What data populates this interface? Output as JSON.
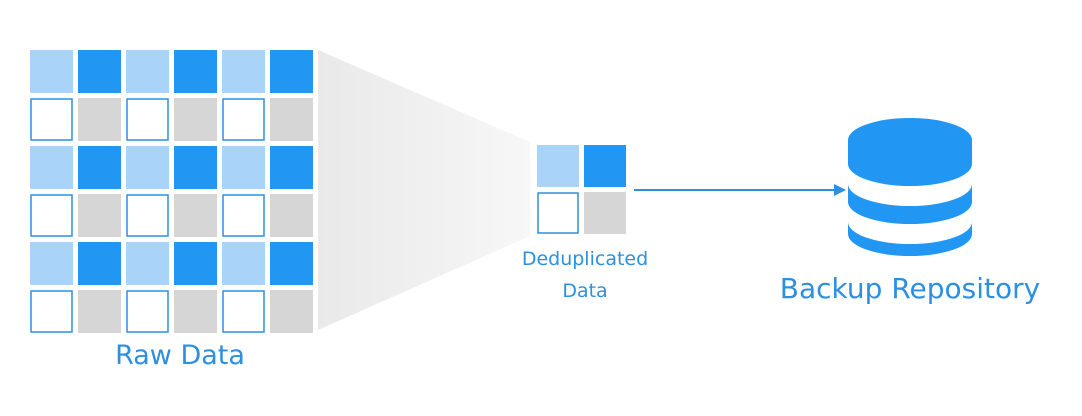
{
  "colors": {
    "light_blue": "#a9d3f8",
    "dark_blue": "#2196f3",
    "grey": "#d6d6d6",
    "white": "#ffffff",
    "outline_blue": "#2e8fe0",
    "funnel": "#ececec",
    "text_blue": "#2e8fe0"
  },
  "raw_data": {
    "label": "Raw Data",
    "rows": [
      [
        "light_blue",
        "dark_blue",
        "light_blue",
        "dark_blue",
        "light_blue",
        "dark_blue"
      ],
      [
        "white",
        "grey",
        "white",
        "grey",
        "white",
        "grey"
      ],
      [
        "light_blue",
        "dark_blue",
        "light_blue",
        "dark_blue",
        "light_blue",
        "dark_blue"
      ],
      [
        "white",
        "grey",
        "white",
        "grey",
        "white",
        "grey"
      ],
      [
        "light_blue",
        "dark_blue",
        "light_blue",
        "dark_blue",
        "light_blue",
        "dark_blue"
      ],
      [
        "white",
        "grey",
        "white",
        "grey",
        "white",
        "grey"
      ]
    ]
  },
  "deduplicated": {
    "label_line1": "Deduplicated",
    "label_line2": "Data",
    "rows": [
      [
        "light_blue",
        "dark_blue"
      ],
      [
        "white",
        "grey"
      ]
    ]
  },
  "repository": {
    "label": "Backup Repository",
    "icon": "database-icon"
  }
}
